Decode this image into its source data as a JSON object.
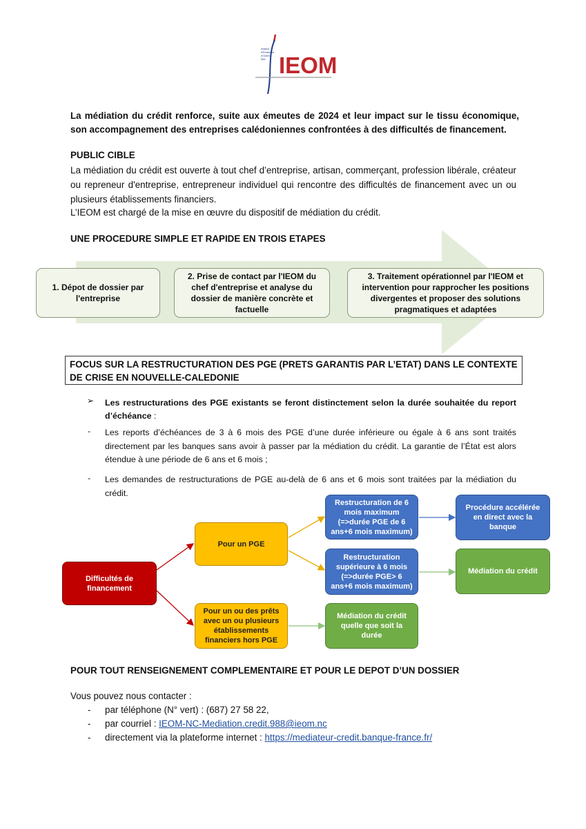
{
  "logo": {
    "text": "IEOM",
    "small_text": "Institut d'Émission d'Outre-Mer"
  },
  "intro": "La médiation du crédit renforce, suite aux émeutes de 2024 et leur impact sur le tissu économique, son accompagnement des entreprises calédoniennes confrontées à des difficultés de financement.",
  "public": {
    "heading": "PUBLIC CIBLE",
    "text1": "La médiation du crédit est ouverte à tout chef d’entreprise, artisan, commerçant, profession libérale, créateur ou repreneur d'entreprise, entrepreneur individuel qui rencontre des difficultés de financement avec un ou plusieurs établissements financiers.",
    "text2": "L’IEOM est chargé de la mise en œuvre du dispositif de médiation du crédit."
  },
  "procedure": {
    "heading": "UNE PROCEDURE SIMPLE ET RAPIDE EN TROIS ETAPES",
    "steps": [
      "1. Dépot de dossier par l'entreprise",
      "2. Prise de contact par l'IEOM du chef d'entreprise et analyse du dossier de manière concrète et factuelle",
      "3. Traitement opérationnel par l'IEOM et intervention pour rapprocher les positions divergentes et proposer des solutions pragmatiques et adaptées"
    ]
  },
  "focus": {
    "heading": "FOCUS SUR LA RESTRUCTURATION DES PGE (PRETS GARANTIS PAR L’ETAT) DANS LE CONTEXTE DE CRISE EN NOUVELLE-CALEDONIE",
    "bullet_bold": "Les restructurations des PGE existants se feront distinctement selon la durée souhaitée du report d’échéance",
    "bullet_rest": " :",
    "item1": "Les reports d’échéances de 3 à 6 mois des PGE d’une durée inférieure ou égale à 6 ans sont traités directement par les banques sans avoir à passer par la médiation du crédit. La garantie de l’État est alors étendue à une période de 6 ans et 6 mois ;",
    "item2": "Les demandes de restructurations de PGE au-delà de 6 ans et 6 mois sont traitées par la médiation du crédit."
  },
  "diagram": {
    "difficultes": "Difficultés de financement",
    "pour_pge": "Pour un PGE",
    "pour_prets": "Pour un ou des prêts avec un ou plusieurs établissements financiers hors PGE",
    "restr6": "Restructuration de 6 mois maximum (=>durée PGE de 6 ans+6 mois maximum)",
    "restr_sup": "Restructuration supérieure à 6 mois (=>durée PGE> 6 ans+6 mois maximum)",
    "mediation_duree": "Médiation du crédit quelle que soit la durée",
    "procedure_acc": "Procédure accélérée en direct avec la banque",
    "mediation": "Médiation du crédit",
    "colors": {
      "red": "#c00000",
      "yellow": "#ffc000",
      "blue": "#4472c4",
      "green": "#70ad47"
    }
  },
  "contact": {
    "heading": "POUR TOUT RENSEIGNEMENT COMPLEMENTAIRE ET POUR LE DEPOT D’UN DOSSIER",
    "intro": "Vous pouvez nous contacter :",
    "phone": "par téléphone (N° vert) : (687) 27 58 22,",
    "mail_label": "par courriel : ",
    "mail": "IEOM-NC-Mediation.credit.988@ieom.nc",
    "web_label": "directement via la plateforme internet : ",
    "web": "https://mediateur-credit.banque-france.fr/"
  }
}
